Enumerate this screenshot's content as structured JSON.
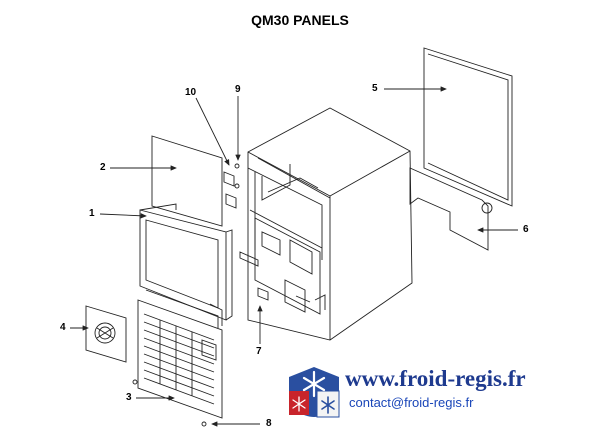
{
  "title": "QM30 PANELS",
  "callouts": [
    {
      "id": "1",
      "label": "1"
    },
    {
      "id": "2",
      "label": "2"
    },
    {
      "id": "3",
      "label": "3"
    },
    {
      "id": "4",
      "label": "4"
    },
    {
      "id": "5",
      "label": "5"
    },
    {
      "id": "6",
      "label": "6"
    },
    {
      "id": "7",
      "label": "7"
    },
    {
      "id": "8",
      "label": "8"
    },
    {
      "id": "9",
      "label": "9"
    },
    {
      "id": "10",
      "label": "10"
    }
  ],
  "watermark": {
    "url": "www.froid-regis.fr",
    "contact": "contact@froid-regis.fr"
  },
  "colors": {
    "line": "#222222",
    "url_blue": "#1e3a8f",
    "contact_blue": "#1a46b8",
    "logo_blue": "#2a4fa0",
    "logo_red": "#c8242b"
  }
}
